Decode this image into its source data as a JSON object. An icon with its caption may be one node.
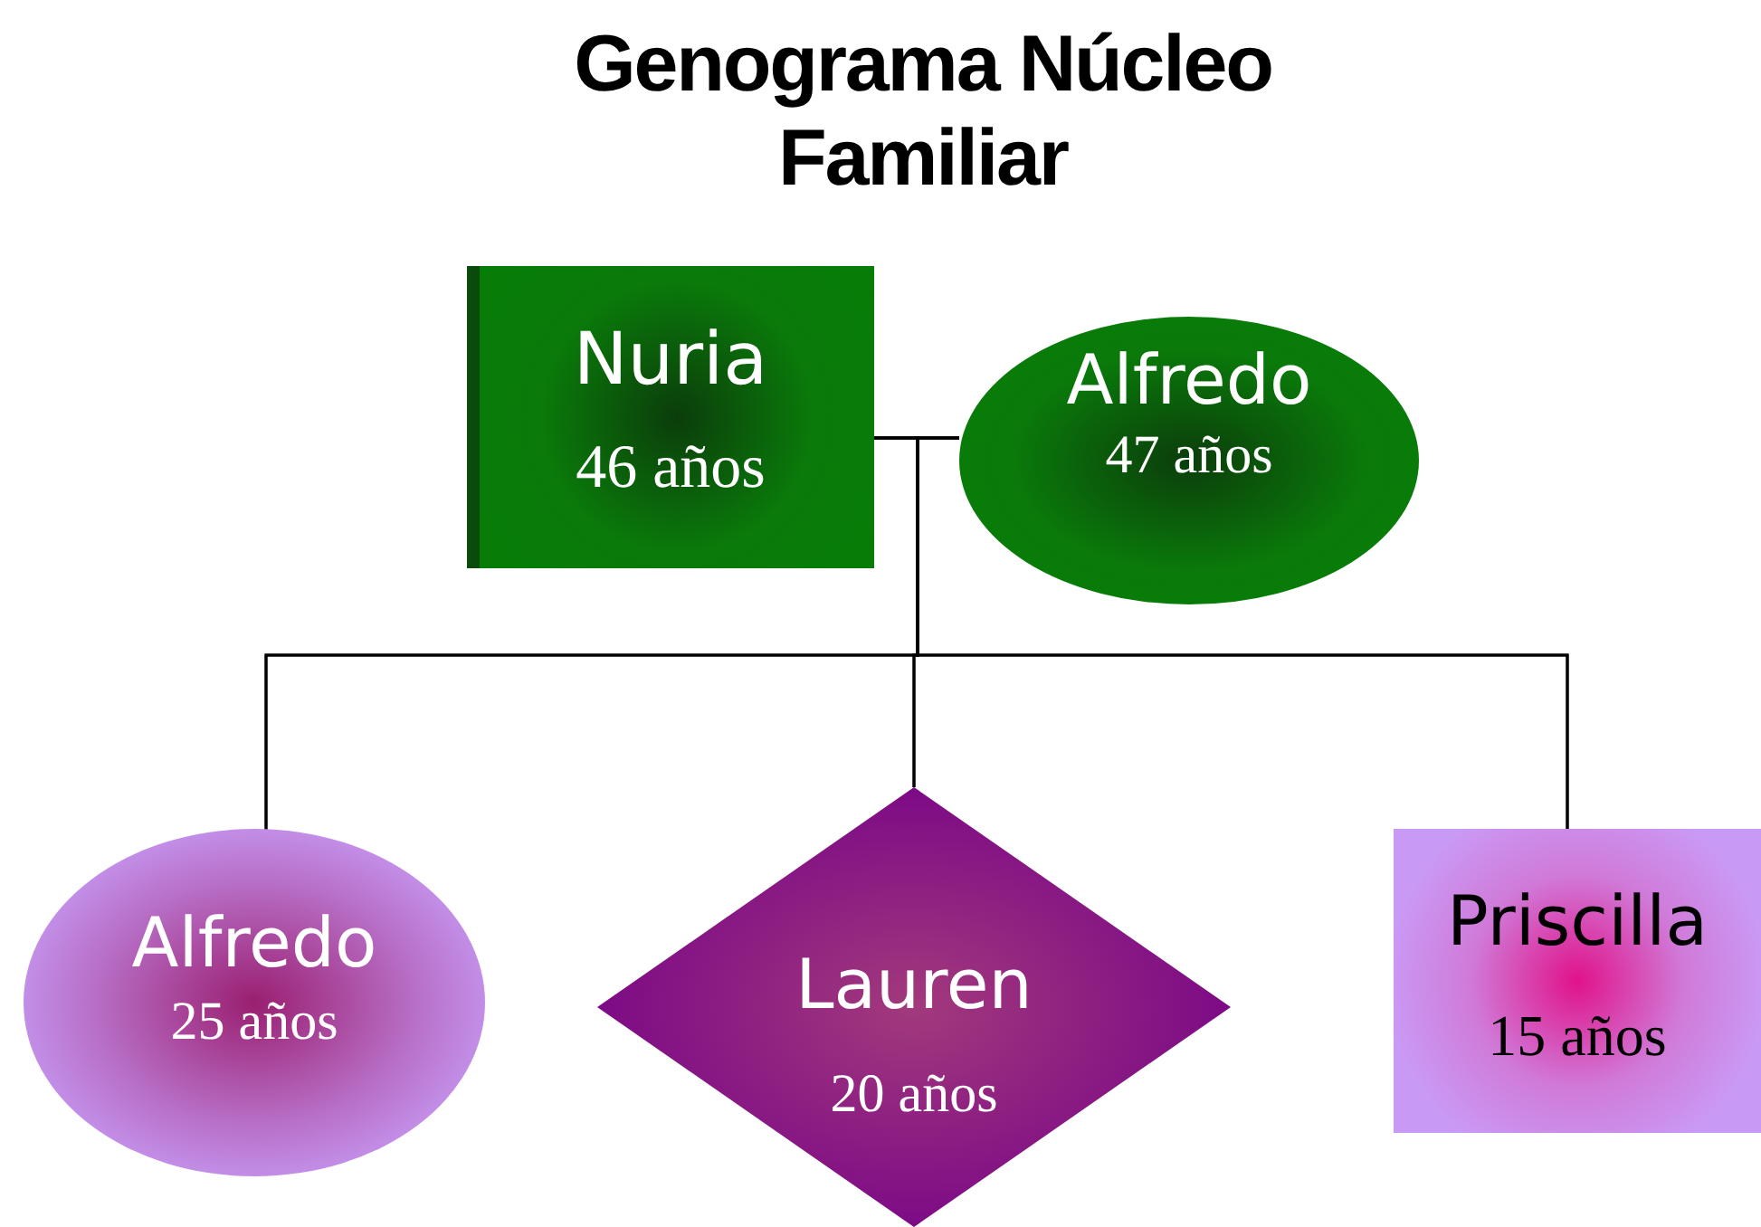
{
  "diagram": {
    "title": "Genograma Núcleo Familiar",
    "nodes": [
      {
        "text": [
          "Nuria",
          "46 años"
        ]
      },
      {
        "text": [
          "Alfredo",
          "47 años"
        ]
      },
      {
        "text": [
          "Alfredo",
          "25 años"
        ]
      },
      {
        "text": [
          "Lauren",
          "20 años"
        ]
      },
      {
        "text": [
          "Priscilla",
          "15 años"
        ]
      }
    ],
    "edges": [
      {
        "from": 0,
        "to": 1,
        "arrow": "none"
      },
      {
        "from": 0,
        "to": 2,
        "arrow": "none"
      },
      {
        "from": 0,
        "to": 3,
        "arrow": "none"
      },
      {
        "from": 0,
        "to": 4,
        "arrow": "none"
      },
      {
        "from": 1,
        "to": 2,
        "arrow": "none"
      },
      {
        "from": 1,
        "to": 3,
        "arrow": "none"
      },
      {
        "from": 1,
        "to": 4,
        "arrow": "none"
      }
    ]
  }
}
